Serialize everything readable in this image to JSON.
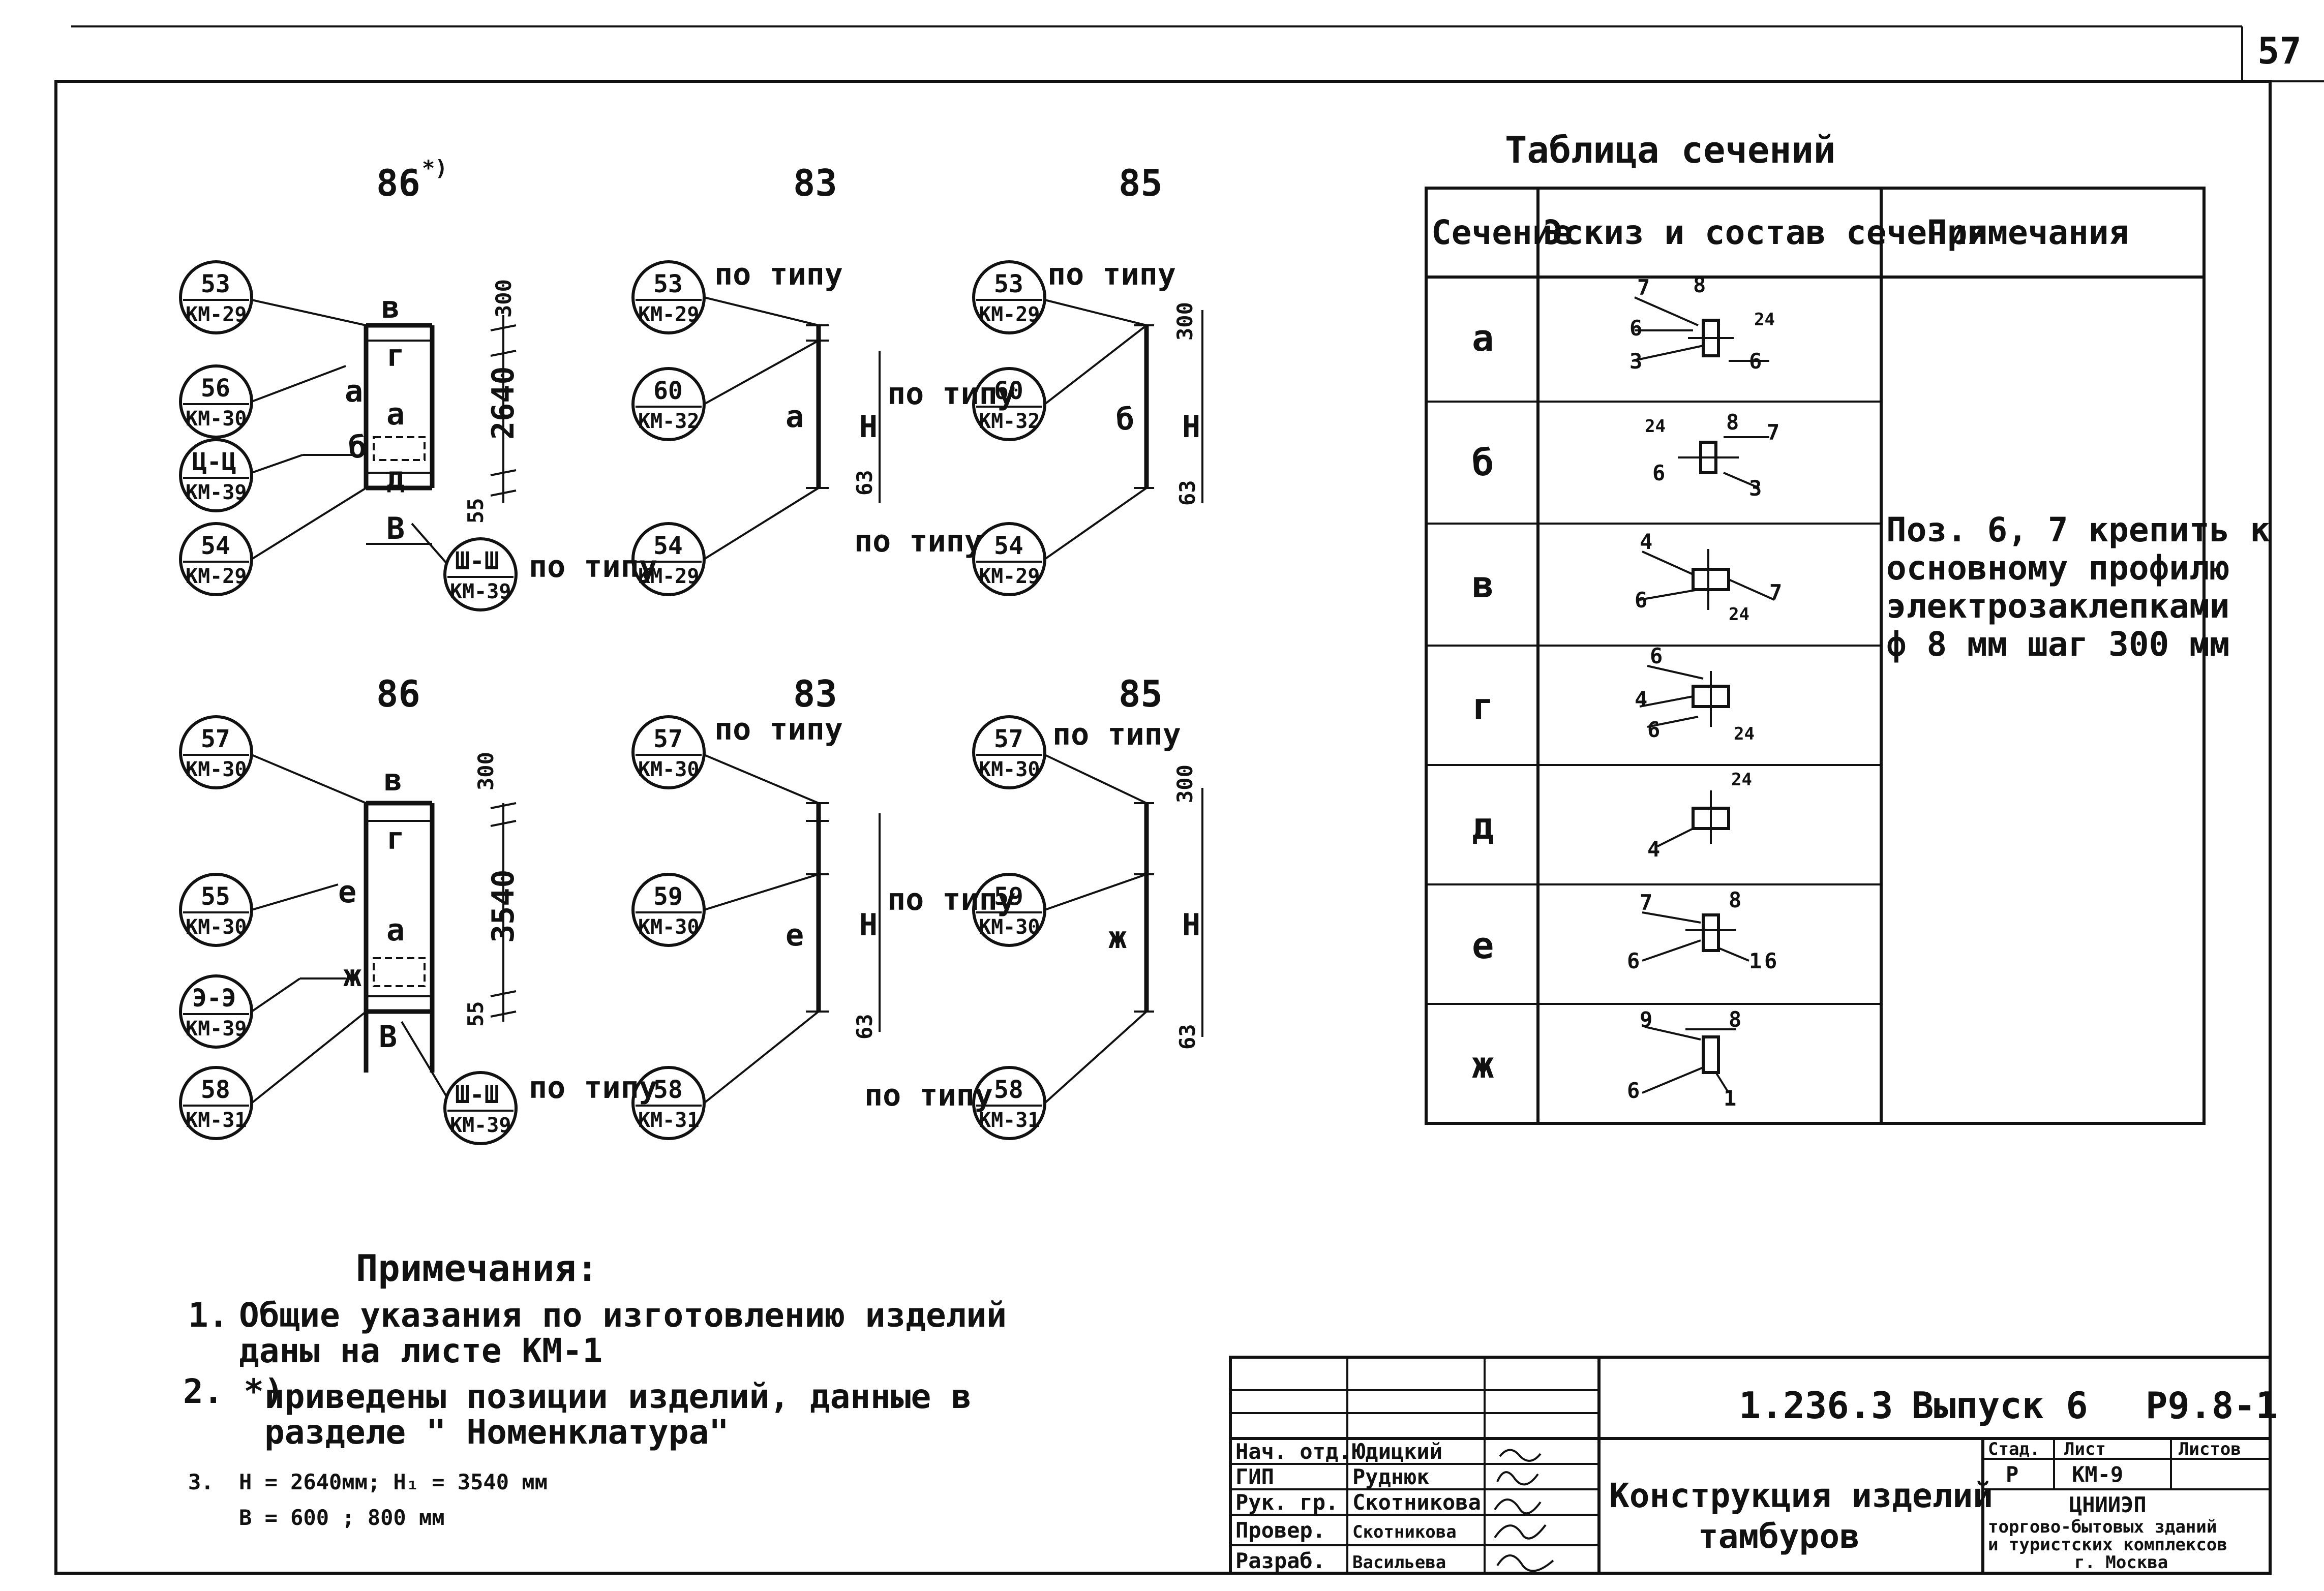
{
  "page_number": "57",
  "views": [
    {
      "title": "86*)",
      "top": true
    },
    {
      "title": "83",
      "top": true
    },
    {
      "title": "85",
      "top": true
    },
    {
      "title": "86",
      "top": false
    },
    {
      "title": "83",
      "top": false
    },
    {
      "title": "85",
      "top": false
    }
  ],
  "view_labels": {
    "v86_top": "86",
    "v86_top_mark": "*)",
    "v83_top": "83",
    "v85_top": "85",
    "v86_bot": "86",
    "v83_bot": "83",
    "v85_bot": "85"
  },
  "bubbles": {
    "b53": {
      "num": "53",
      "ref": "КМ-29"
    },
    "b56": {
      "num": "56",
      "ref": "КМ-30"
    },
    "b_cc": {
      "num": "Ц-Ц",
      "ref": "КМ-39"
    },
    "b54": {
      "num": "54",
      "ref": "КМ-29"
    },
    "b_ww": {
      "num": "Ш-Ш",
      "ref": "КМ-39"
    },
    "b60": {
      "num": "60",
      "ref": "КМ-32"
    },
    "b57": {
      "num": "57",
      "ref": "КМ-30"
    },
    "b55": {
      "num": "55",
      "ref": "КМ-30"
    },
    "b_ee": {
      "num": "Э-Э",
      "ref": "КМ-39"
    },
    "b58": {
      "num": "58",
      "ref": "КМ-31"
    },
    "b_shsh": {
      "num": "Ш-Ш",
      "ref": "КМ-39"
    },
    "b59": {
      "num": "59",
      "ref": "КМ-30"
    }
  },
  "annotations": {
    "po_tipu": "по типу",
    "dim_300": "300",
    "dim_2640": "2640",
    "dim_3540": "3540",
    "dim_55": "55",
    "dim_63": "63",
    "dim_H": "H",
    "dim_B": "В"
  },
  "section_letters": {
    "a": "а",
    "b": "б",
    "v": "в",
    "g": "г",
    "d": "д",
    "e": "е",
    "zh": "ж"
  },
  "section_table": {
    "title": "Таблица сечений",
    "headers": [
      "Сечение",
      "Эскиз и состав сечения",
      "Примечания"
    ],
    "rows": [
      {
        "section": "а",
        "parts": [
          "7",
          "8",
          "6",
          "3",
          "6",
          "24"
        ]
      },
      {
        "section": "б",
        "parts": [
          "24",
          "8",
          "7",
          "6",
          "3"
        ]
      },
      {
        "section": "в",
        "parts": [
          "4",
          "6",
          "7",
          "24"
        ]
      },
      {
        "section": "г",
        "parts": [
          "6",
          "4",
          "6",
          "24"
        ]
      },
      {
        "section": "д",
        "parts": [
          "24",
          "4"
        ]
      },
      {
        "section": "е",
        "parts": [
          "7",
          "8",
          "6",
          "1",
          "6"
        ]
      },
      {
        "section": "ж",
        "parts": [
          "9",
          "8",
          "6",
          "1"
        ]
      }
    ],
    "note_lines": [
      "Поз. 6, 7 крепить к",
      "основному профилю",
      "электрозаклепками",
      "ф 8 мм  шаг 300 мм"
    ]
  },
  "notes": {
    "title": "Примечания:",
    "items": [
      {
        "num": "1.",
        "lines": [
          "Общие указания по изготовлению изделий",
          "даны на листе КМ-1"
        ]
      },
      {
        "num": "2. *)",
        "lines": [
          "приведены позиции изделий, данные в",
          "разделе \" Номенклатура\""
        ]
      },
      {
        "num": "3.",
        "lines": [
          "H = 2640мм;  H₁ = 3540 мм",
          "В = 600 ;  800 мм"
        ]
      }
    ]
  },
  "title_block": {
    "code": "1.236.3",
    "issue": "Выпуск 6",
    "sheet_code": "Р9.8-1",
    "title_lines": [
      "Конструкция изделий",
      "тамбуров"
    ],
    "stage_header": "Стад.",
    "sheet_header": "Лист",
    "sheets_header": "Листов",
    "stage": "Р",
    "sheet": "КМ-9",
    "org_lines": [
      "ЦНИИЭП",
      "торгово-бытовых зданий",
      "и туристских комплексов",
      "г. Москва"
    ],
    "staff": [
      {
        "role": "Нач. отд.",
        "name": "Юдицкий"
      },
      {
        "role": "ГИП",
        "name": "Руднюк"
      },
      {
        "role": "Рук. гр.",
        "name": "Скотникова"
      },
      {
        "role": "Провер.",
        "name": "Скотникова"
      },
      {
        "role": "Разраб.",
        "name": "Васильева"
      }
    ]
  }
}
